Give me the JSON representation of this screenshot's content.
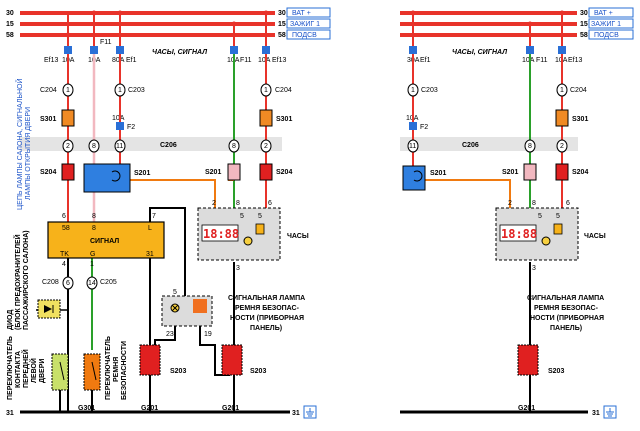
{
  "bus": {
    "num_30": "30",
    "num_15": "15",
    "num_58": "58",
    "num_31": "31",
    "bat_label": "ВАТ +",
    "ign_label": "ЗАЖИГ 1",
    "lights_label": "ПОДСВ"
  },
  "fuses": {
    "ef13": "Ef13",
    "ef1": "Ef1",
    "f11": "F11",
    "f2": "F2",
    "a10": "10A",
    "a30": "30A",
    "a80": "80A"
  },
  "connectors": {
    "c203": "C203",
    "c204": "C204",
    "c205": "C205",
    "c206": "C206",
    "c208": "C208",
    "s201": "S201",
    "s203": "S203",
    "s204": "S204",
    "s301": "S301",
    "g201": "G201",
    "g301": "G301"
  },
  "pins": {
    "p1": "1",
    "p2": "2",
    "p3": "3",
    "p4": "4",
    "p5": "5",
    "p6": "6",
    "p7": "7",
    "p8": "8",
    "p11": "11",
    "p14": "14",
    "p19": "19",
    "p23": "23",
    "p31": "31",
    "p58": "58"
  },
  "labels": {
    "clock_signal": "ЧАСЫ, СИГНАЛ",
    "signal_block": "СИГНАЛ",
    "pin_l": "L",
    "pin_tk": "TK",
    "pin_g": "G",
    "clock": "ЧАСЫ",
    "clock_display": "18:88",
    "lamp_line1": "СИГНАЛЬНАЯ ЛАМПА",
    "lamp_line2": "РЕМНЯ БЕЗОПАС-",
    "lamp_line3": "НОСТИ (ПРИБОРНАЯ",
    "lamp_line4": "ПАНЕЛЬ)",
    "vert_chain_1": "ЦЕПЬ ЛАМПЫ САЛОНА, СИГНАЛЬНОЙ",
    "vert_chain_2": "ЛАМПЫ ОТКРЫТИЯ ДВЕРИ",
    "vert_diode_1": "ДИОД",
    "vert_diode_2": "(БЛОК ПРЕДОХРАНИТЕЛЕЙ",
    "vert_diode_3": "ПАССАЖИРСКОГО САЛОНА)",
    "vert_door_1": "ПЕРЕКЛЮЧАТЕЛЬ",
    "vert_door_2": "КОНТАКТА",
    "vert_door_3": "ПЕРЕДНЕЙ",
    "vert_door_4": "ЛЕВОЙ",
    "vert_door_5": "ДВЕРИ",
    "vert_belt_1": "ПЕРЕКЛЮЧАТЕЛЬ",
    "vert_belt_2": "РЕМНЯ",
    "vert_belt_3": "БЕЗОПАСНОСТИ"
  },
  "colors": {
    "bus": "#e8332a",
    "fuse": "#2a6fd6",
    "connector_orange": "#f08a24",
    "connector_red": "#e02020",
    "splice_blue": "#2f7fe0",
    "signal_block": "#f7b21a",
    "wire_orange": "#f07a10",
    "wire_green": "#2aa02a",
    "wire_pink": "#f2b8c0",
    "wire_gray": "#c0c0c0",
    "panel_bg": "#dcdcdc",
    "seatbelt_icon": "#f07020"
  }
}
